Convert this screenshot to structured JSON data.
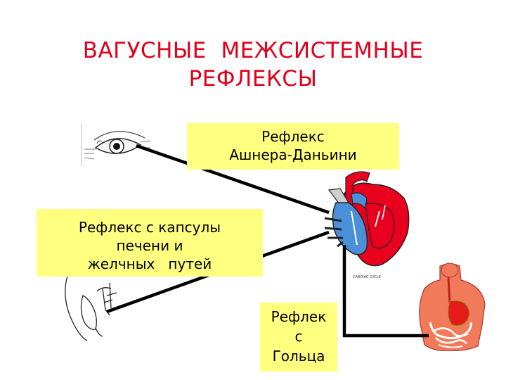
{
  "title": {
    "line1": "ВАГУСНЫЕ  МЕЖСИСТЕМНЫЕ",
    "line2": "РЕФЛЕКСЫ",
    "color": "#e0001b"
  },
  "boxes": {
    "ashner": {
      "line1": "Рефлекс",
      "line2": "Ашнера-Даньини"
    },
    "liver": {
      "line1": "Рефлекс с капсулы",
      "line2": "печени и",
      "line3": "желчных   путей"
    },
    "golts": {
      "line1": "Рефлек",
      "line2": "с",
      "line3": "Гольца"
    }
  },
  "heart_caption": "CARDIAC CYCLE",
  "colors": {
    "box_fill": "#ffff80",
    "connector": "#000000",
    "arterial": "#e8001e",
    "venous": "#4a90d9",
    "skin": "#f07a5a"
  }
}
